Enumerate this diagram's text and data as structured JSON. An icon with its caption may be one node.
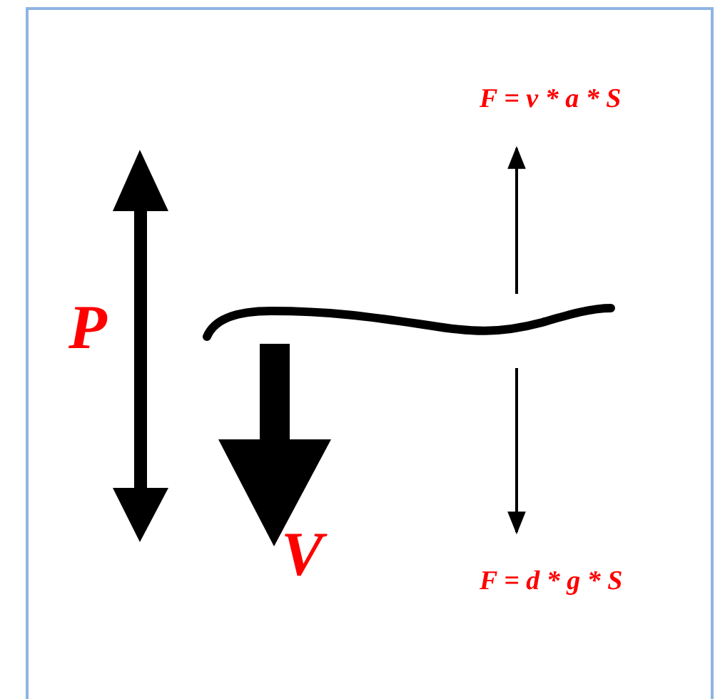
{
  "diagram": {
    "labels": [
      "F = v * a * S",
      "P",
      "V",
      "F = d * g * S"
    ]
  }
}
